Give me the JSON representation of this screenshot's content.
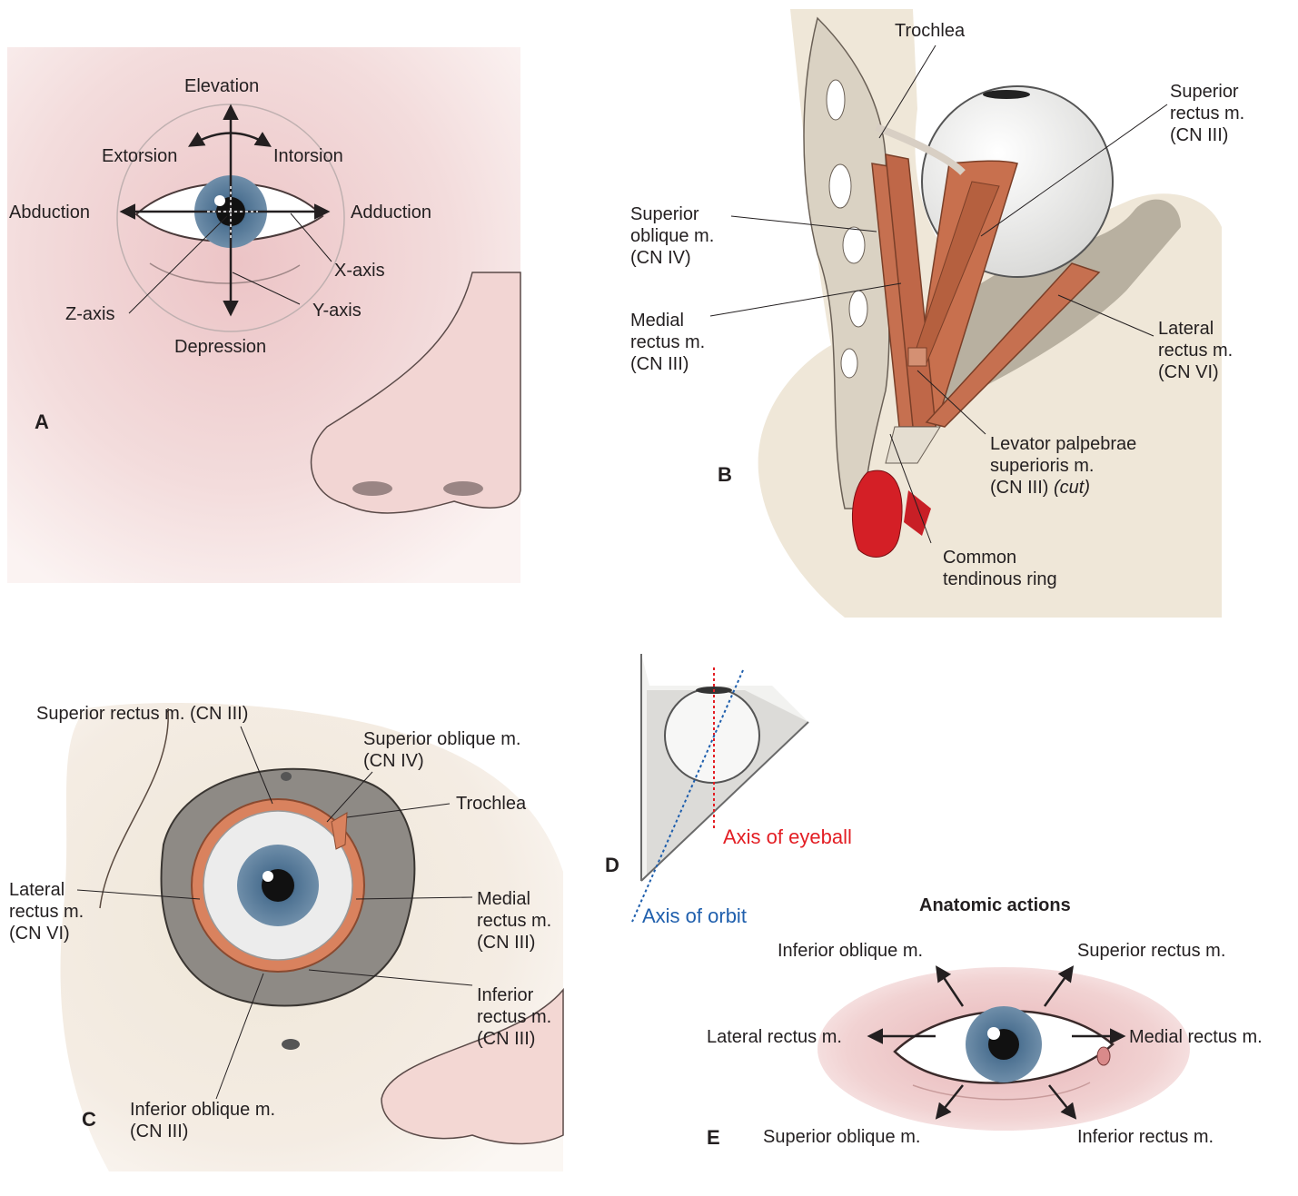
{
  "panel_a": {
    "letter": "A",
    "elevation": "Elevation",
    "extorsion": "Extorsion",
    "intorsion": "Intorsion",
    "abduction": "Abduction",
    "adduction": "Adduction",
    "x_axis": "X-axis",
    "y_axis": "Y-axis",
    "z_axis": "Z-axis",
    "depression": "Depression"
  },
  "panel_b": {
    "letter": "B",
    "trochlea": "Trochlea",
    "superior_rectus": "Superior\nrectus m.\n(CN III)",
    "superior_oblique": "Superior\noblique m.\n(CN IV)",
    "medial_rectus": "Medial\nrectus m.\n(CN III)",
    "lateral_rectus": "Lateral\nrectus m.\n(CN VI)",
    "levator_main": "Levator palpebrae\nsuperioris m.\n(CN III) ",
    "levator_cut": "(cut)",
    "common_ring": "Common\ntendinous ring"
  },
  "panel_c": {
    "letter": "C",
    "superior_rectus": "Superior rectus m. (CN III)",
    "superior_oblique": "Superior oblique m.\n(CN IV)",
    "trochlea": "Trochlea",
    "lateral_rectus": "Lateral\nrectus m.\n(CN VI)",
    "medial_rectus": "Medial\nrectus m.\n(CN III)",
    "inferior_rectus": "Inferior\nrectus m.\n(CN III)",
    "inferior_oblique": "Inferior oblique m.\n(CN III)"
  },
  "panel_d": {
    "letter": "D",
    "axis_eyeball": "Axis of eyeball",
    "axis_orbit": "Axis of orbit"
  },
  "panel_e": {
    "letter": "E",
    "title": "Anatomic actions",
    "inferior_oblique": "Inferior oblique m.",
    "superior_rectus": "Superior rectus m.",
    "lateral_rectus": "Lateral rectus m.",
    "medial_rectus": "Medial rectus m.",
    "superior_oblique": "Superior oblique m.",
    "inferior_rectus": "Inferior rectus m."
  },
  "colors": {
    "skin": "#f2d7d2",
    "muscle": "#c8704e",
    "bone": "#e9e1d2",
    "iris": "#4f7393",
    "axis_eyeball": "#e31e24",
    "axis_orbit": "#1f5fad"
  }
}
